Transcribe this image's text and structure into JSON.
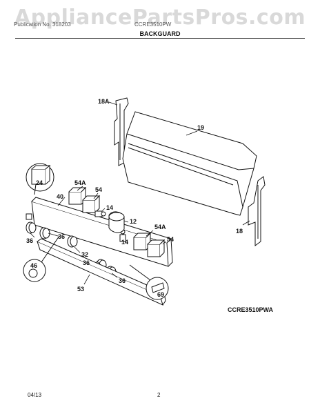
{
  "watermark": "AppliancePartsPros.com",
  "header": {
    "left_text": "Publication No. 318203",
    "right_text": "CCRE3510PW"
  },
  "section_title": "BACKGUARD",
  "model_code": "CCRE3510PWA",
  "footer": {
    "date": "04/13",
    "page": "2"
  },
  "callouts": {
    "c18a": "18A",
    "c19": "19",
    "c24": "24",
    "c54a_top": "54A",
    "c54_top": "54",
    "c40": "40",
    "c14_top": "14",
    "c12": "12",
    "c14_bot": "14",
    "c54a_bot": "54A",
    "c54_bot": "54",
    "c18": "18",
    "c36_left": "36",
    "c36_mid": "36",
    "c32": "32",
    "c46": "46",
    "c36_low": "36",
    "c36_right": "36",
    "c53": "53",
    "c69": "69"
  }
}
